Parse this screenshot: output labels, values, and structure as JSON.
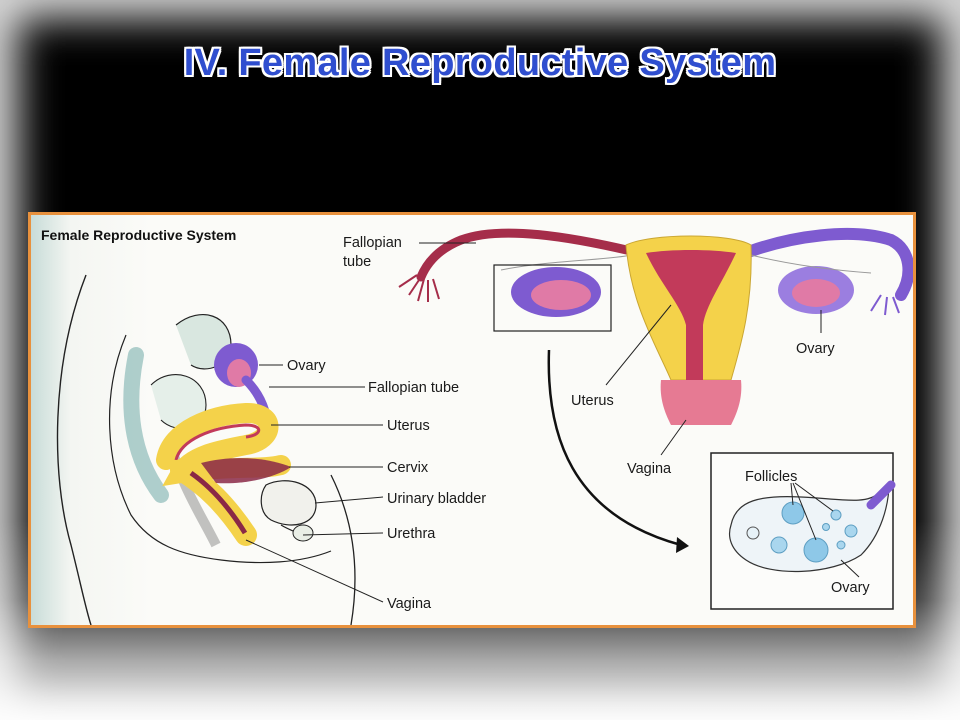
{
  "slide": {
    "title": "IV. Female Reproductive System"
  },
  "diagram": {
    "heading": "Female Reproductive System",
    "sagittal_labels": {
      "ovary": "Ovary",
      "fallopian_tube": "Fallopian tube",
      "uterus": "Uterus",
      "cervix": "Cervix",
      "urinary_bladder": "Urinary bladder",
      "urethra": "Urethra",
      "vagina": "Vagina"
    },
    "frontal_labels": {
      "fallopian_line1": "Fallopian",
      "fallopian_line2": "tube",
      "ovary": "Ovary",
      "uterus": "Uterus",
      "vagina": "Vagina"
    },
    "inset_labels": {
      "follicles": "Follicles",
      "ovary": "Ovary"
    }
  },
  "colors": {
    "title_blue": "#2f4ecf",
    "frame_orange": "#e8913d",
    "uterus_yellow": "#f4d24a",
    "uterus_red": "#c23a5a",
    "ovary_purple": "#7e5bd0",
    "ovary_pink": "#e07aa6",
    "follicle_blue": "#8ec8e8"
  }
}
